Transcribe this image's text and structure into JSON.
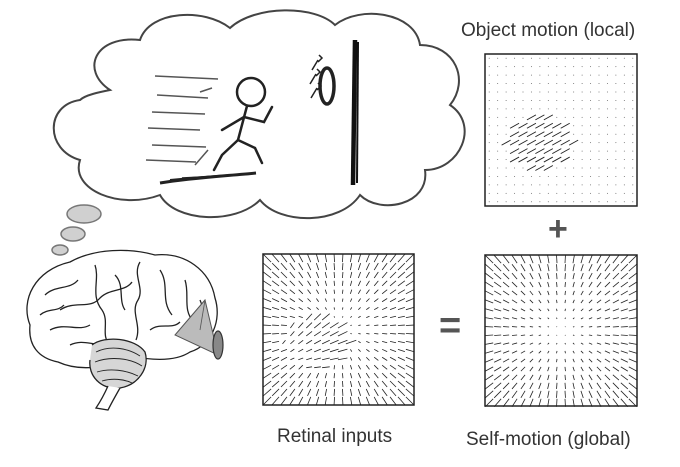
{
  "labels": {
    "object_motion": "Object motion (local)",
    "retinal_inputs": "Retinal inputs",
    "self_motion": "Self-motion (global)",
    "plus": "+",
    "equals": "="
  },
  "colors": {
    "line": "#222222",
    "text": "#333333",
    "cloud_stroke": "#444444",
    "bubble_fill": "#cccccc",
    "brain_shade": "#bbbbbb"
  },
  "icons": [
    "thought-cloud",
    "stick-figure-running",
    "ring-target",
    "wall",
    "brain",
    "eye"
  ]
}
